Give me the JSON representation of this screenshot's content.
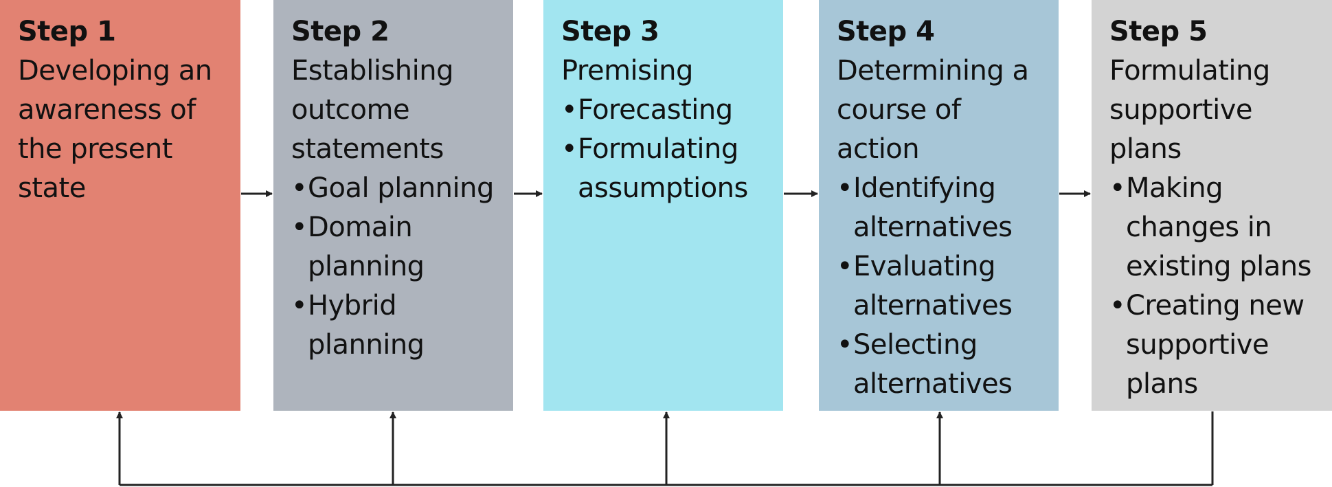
{
  "steps": [
    {
      "title": "Step 1",
      "description": "Developing an awareness of the present state",
      "bullets": [],
      "color": "#e28272"
    },
    {
      "title": "Step 2",
      "description": "Establishing outcome statements",
      "bullets": [
        "Goal planning",
        "Domain planning",
        "Hybrid planning"
      ],
      "color": "#aeb4bd"
    },
    {
      "title": "Step 3",
      "description": "Premising",
      "bullets": [
        "Forecasting",
        "Formulating assumptions"
      ],
      "color": "#a2e5f0"
    },
    {
      "title": "Step 4",
      "description": "Determining a course of action",
      "bullets": [
        "Identifying alternatives",
        "Evaluating alternatives",
        "Selecting alternatives"
      ],
      "color": "#a7c6d7"
    },
    {
      "title": "Step 5",
      "description": "Formulating supportive plans",
      "bullets": [
        "Making changes in existing plans",
        "Creating new supportive plans"
      ],
      "color": "#d3d3d3"
    }
  ],
  "bullet_glyph": "•",
  "line_color": "#222222"
}
